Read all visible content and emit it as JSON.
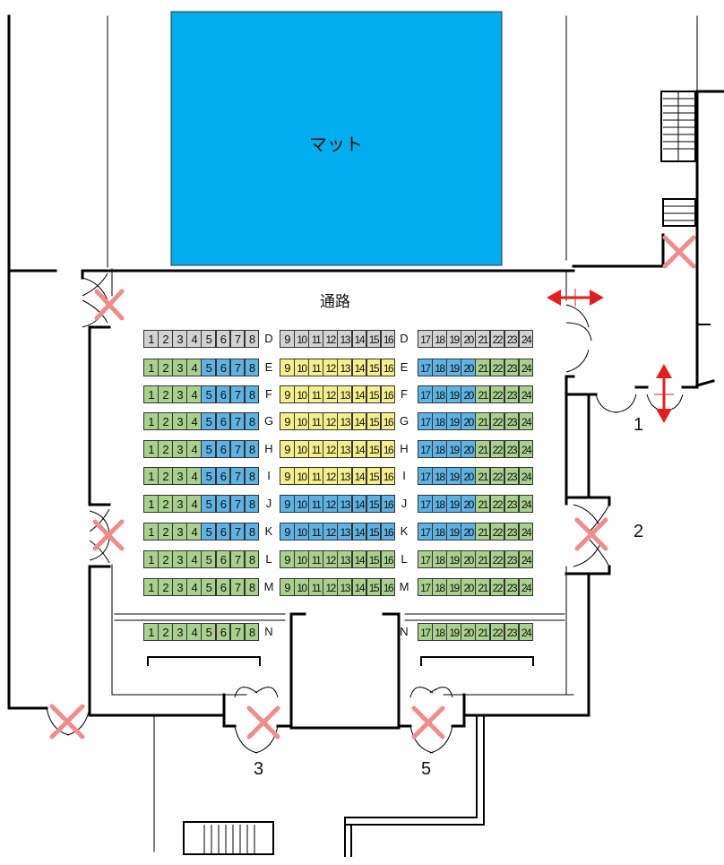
{
  "labels": {
    "mat": "マット",
    "aisle": "通路",
    "door_1": "1",
    "door_2": "2",
    "door_3": "3",
    "door_5": "5"
  },
  "colors": {
    "mat": "#00adef",
    "gray": "#d2d2d2",
    "green": "#a8d18d",
    "blue": "#5db3e4",
    "yellow": "#f4ef8a",
    "exit_closed": "#f08c8c",
    "exit_open": "#e02020",
    "wall": "#000000"
  },
  "icons": {
    "closed_exit": "cross-mark-icon",
    "open_exit": "double-arrow-icon"
  },
  "seating": {
    "rows": [
      {
        "label": "D",
        "sections": [
          {
            "numbers": [
              "1",
              "2",
              "3",
              "4",
              "5",
              "6",
              "7",
              "8"
            ],
            "colors": [
              "gray",
              "gray",
              "gray",
              "gray",
              "gray",
              "gray",
              "gray",
              "gray"
            ]
          },
          {
            "numbers": [
              "9",
              "10",
              "11",
              "12",
              "13",
              "14",
              "15",
              "16"
            ],
            "colors": [
              "gray",
              "gray",
              "gray",
              "gray",
              "gray",
              "gray",
              "gray",
              "gray"
            ]
          },
          {
            "numbers": [
              "17",
              "18",
              "19",
              "20",
              "21",
              "22",
              "23",
              "24"
            ],
            "colors": [
              "gray",
              "gray",
              "gray",
              "gray",
              "gray",
              "gray",
              "gray",
              "gray"
            ]
          }
        ]
      },
      {
        "label": "E",
        "sections": [
          {
            "numbers": [
              "1",
              "2",
              "3",
              "4",
              "5",
              "6",
              "7",
              "8"
            ],
            "colors": [
              "green",
              "green",
              "green",
              "green",
              "blue",
              "blue",
              "blue",
              "blue"
            ]
          },
          {
            "numbers": [
              "9",
              "10",
              "11",
              "12",
              "13",
              "14",
              "15",
              "16"
            ],
            "colors": [
              "yellow",
              "yellow",
              "yellow",
              "yellow",
              "yellow",
              "yellow",
              "yellow",
              "yellow"
            ]
          },
          {
            "numbers": [
              "17",
              "18",
              "19",
              "20",
              "21",
              "22",
              "23",
              "24"
            ],
            "colors": [
              "blue",
              "blue",
              "blue",
              "blue",
              "green",
              "green",
              "green",
              "green"
            ]
          }
        ]
      },
      {
        "label": "F",
        "sections": [
          {
            "numbers": [
              "1",
              "2",
              "3",
              "4",
              "5",
              "6",
              "7",
              "8"
            ],
            "colors": [
              "green",
              "green",
              "green",
              "green",
              "blue",
              "blue",
              "blue",
              "blue"
            ]
          },
          {
            "numbers": [
              "9",
              "10",
              "11",
              "12",
              "13",
              "14",
              "15",
              "16"
            ],
            "colors": [
              "yellow",
              "yellow",
              "yellow",
              "yellow",
              "yellow",
              "yellow",
              "yellow",
              "yellow"
            ]
          },
          {
            "numbers": [
              "17",
              "18",
              "19",
              "20",
              "21",
              "22",
              "23",
              "24"
            ],
            "colors": [
              "blue",
              "blue",
              "blue",
              "blue",
              "green",
              "green",
              "green",
              "green"
            ]
          }
        ]
      },
      {
        "label": "G",
        "sections": [
          {
            "numbers": [
              "1",
              "2",
              "3",
              "4",
              "5",
              "6",
              "7",
              "8"
            ],
            "colors": [
              "green",
              "green",
              "green",
              "green",
              "blue",
              "blue",
              "blue",
              "blue"
            ]
          },
          {
            "numbers": [
              "9",
              "10",
              "11",
              "12",
              "13",
              "14",
              "15",
              "16"
            ],
            "colors": [
              "yellow",
              "yellow",
              "yellow",
              "yellow",
              "yellow",
              "yellow",
              "yellow",
              "yellow"
            ]
          },
          {
            "numbers": [
              "17",
              "18",
              "19",
              "20",
              "21",
              "22",
              "23",
              "24"
            ],
            "colors": [
              "blue",
              "blue",
              "blue",
              "blue",
              "green",
              "green",
              "green",
              "green"
            ]
          }
        ]
      },
      {
        "label": "H",
        "sections": [
          {
            "numbers": [
              "1",
              "2",
              "3",
              "4",
              "5",
              "6",
              "7",
              "8"
            ],
            "colors": [
              "green",
              "green",
              "green",
              "green",
              "blue",
              "blue",
              "blue",
              "blue"
            ]
          },
          {
            "numbers": [
              "9",
              "10",
              "11",
              "12",
              "13",
              "14",
              "15",
              "16"
            ],
            "colors": [
              "yellow",
              "yellow",
              "yellow",
              "yellow",
              "yellow",
              "yellow",
              "yellow",
              "yellow"
            ]
          },
          {
            "numbers": [
              "17",
              "18",
              "19",
              "20",
              "21",
              "22",
              "23",
              "24"
            ],
            "colors": [
              "blue",
              "blue",
              "blue",
              "blue",
              "green",
              "green",
              "green",
              "green"
            ]
          }
        ]
      },
      {
        "label": "I",
        "sections": [
          {
            "numbers": [
              "1",
              "2",
              "3",
              "4",
              "5",
              "6",
              "7",
              "8"
            ],
            "colors": [
              "green",
              "green",
              "green",
              "green",
              "blue",
              "blue",
              "blue",
              "blue"
            ]
          },
          {
            "numbers": [
              "9",
              "10",
              "11",
              "12",
              "13",
              "14",
              "15",
              "16"
            ],
            "colors": [
              "yellow",
              "yellow",
              "yellow",
              "yellow",
              "yellow",
              "yellow",
              "yellow",
              "yellow"
            ]
          },
          {
            "numbers": [
              "17",
              "18",
              "19",
              "20",
              "21",
              "22",
              "23",
              "24"
            ],
            "colors": [
              "blue",
              "blue",
              "blue",
              "blue",
              "green",
              "green",
              "green",
              "green"
            ]
          }
        ]
      },
      {
        "label": "J",
        "sections": [
          {
            "numbers": [
              "1",
              "2",
              "3",
              "4",
              "5",
              "6",
              "7",
              "8"
            ],
            "colors": [
              "green",
              "green",
              "green",
              "green",
              "blue",
              "blue",
              "blue",
              "blue"
            ]
          },
          {
            "numbers": [
              "9",
              "10",
              "11",
              "12",
              "13",
              "14",
              "15",
              "16"
            ],
            "colors": [
              "blue",
              "blue",
              "blue",
              "blue",
              "blue",
              "blue",
              "blue",
              "blue"
            ]
          },
          {
            "numbers": [
              "17",
              "18",
              "19",
              "20",
              "21",
              "22",
              "23",
              "24"
            ],
            "colors": [
              "blue",
              "blue",
              "blue",
              "blue",
              "green",
              "green",
              "green",
              "green"
            ]
          }
        ]
      },
      {
        "label": "K",
        "sections": [
          {
            "numbers": [
              "1",
              "2",
              "3",
              "4",
              "5",
              "6",
              "7",
              "8"
            ],
            "colors": [
              "green",
              "green",
              "green",
              "green",
              "blue",
              "blue",
              "blue",
              "blue"
            ]
          },
          {
            "numbers": [
              "9",
              "10",
              "11",
              "12",
              "13",
              "14",
              "15",
              "16"
            ],
            "colors": [
              "blue",
              "blue",
              "blue",
              "blue",
              "blue",
              "blue",
              "blue",
              "blue"
            ]
          },
          {
            "numbers": [
              "17",
              "18",
              "19",
              "20",
              "21",
              "22",
              "23",
              "24"
            ],
            "colors": [
              "blue",
              "blue",
              "blue",
              "blue",
              "green",
              "green",
              "green",
              "green"
            ]
          }
        ]
      },
      {
        "label": "L",
        "sections": [
          {
            "numbers": [
              "1",
              "2",
              "3",
              "4",
              "5",
              "6",
              "7",
              "8"
            ],
            "colors": [
              "green",
              "green",
              "green",
              "green",
              "green",
              "green",
              "green",
              "green"
            ]
          },
          {
            "numbers": [
              "9",
              "10",
              "11",
              "12",
              "13",
              "14",
              "15",
              "16"
            ],
            "colors": [
              "green",
              "green",
              "green",
              "green",
              "green",
              "green",
              "green",
              "green"
            ]
          },
          {
            "numbers": [
              "17",
              "18",
              "19",
              "20",
              "21",
              "22",
              "23",
              "24"
            ],
            "colors": [
              "green",
              "green",
              "green",
              "green",
              "green",
              "green",
              "green",
              "green"
            ]
          }
        ]
      },
      {
        "label": "M",
        "sections": [
          {
            "numbers": [
              "1",
              "2",
              "3",
              "4",
              "5",
              "6",
              "7",
              "8"
            ],
            "colors": [
              "green",
              "green",
              "green",
              "green",
              "green",
              "green",
              "green",
              "green"
            ]
          },
          {
            "numbers": [
              "9",
              "10",
              "11",
              "12",
              "13",
              "14",
              "15",
              "16"
            ],
            "colors": [
              "green",
              "green",
              "green",
              "green",
              "green",
              "green",
              "green",
              "green"
            ]
          },
          {
            "numbers": [
              "17",
              "18",
              "19",
              "20",
              "21",
              "22",
              "23",
              "24"
            ],
            "colors": [
              "green",
              "green",
              "green",
              "green",
              "green",
              "green",
              "green",
              "green"
            ]
          }
        ]
      },
      {
        "label": "N",
        "sections": [
          {
            "numbers": [
              "1",
              "2",
              "3",
              "4",
              "5",
              "6",
              "7",
              "8"
            ],
            "colors": [
              "green",
              "green",
              "green",
              "green",
              "green",
              "green",
              "green",
              "green"
            ]
          },
          {
            "numbers": [],
            "colors": []
          },
          {
            "numbers": [
              "17",
              "18",
              "19",
              "20",
              "21",
              "22",
              "23",
              "24"
            ],
            "colors": [
              "green",
              "green",
              "green",
              "green",
              "green",
              "green",
              "green",
              "green"
            ]
          }
        ]
      }
    ]
  }
}
